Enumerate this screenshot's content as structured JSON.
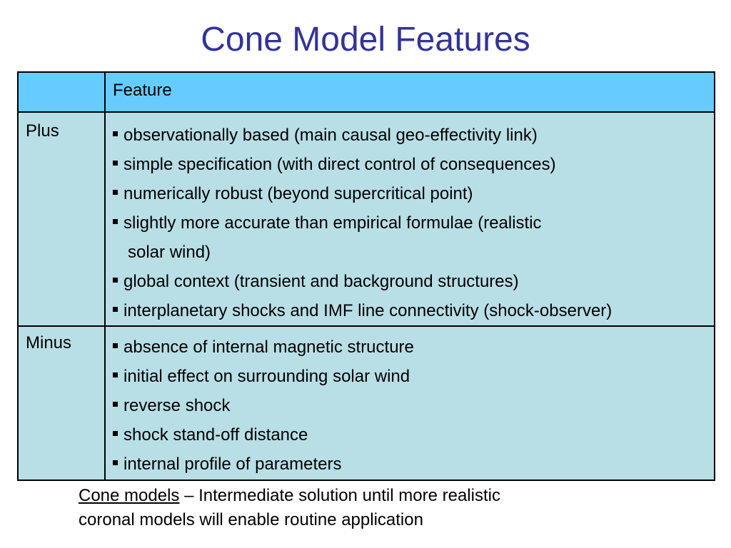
{
  "slide": {
    "title": "Cone Model Features"
  },
  "table": {
    "header": {
      "label": "",
      "feature": "Feature"
    },
    "plus": {
      "label": "Plus",
      "items": [
        "observationally based (main causal geo-effectivity link)",
        "simple specification (with direct control of consequences)",
        "numerically robust (beyond supercritical point)",
        "slightly more accurate than empirical formulae (realistic",
        "global context (transient and background structures)",
        "interplanetary shocks and IMF line connectivity (shock-observer)"
      ],
      "continuation": "solar wind)"
    },
    "minus": {
      "label": "Minus",
      "items": [
        "absence of internal magnetic structure",
        "initial effect on surrounding solar wind",
        "reverse shock",
        "shock stand-off distance",
        "internal profile of parameters"
      ]
    }
  },
  "footnote": {
    "link_text": "Cone models",
    "line1_rest": " – Intermediate solution until more realistic",
    "line2": "coronal models will enable routine application"
  },
  "colors": {
    "title": "#333399",
    "header_fill": "#66ccff",
    "body_fill": "#b8dee6"
  }
}
